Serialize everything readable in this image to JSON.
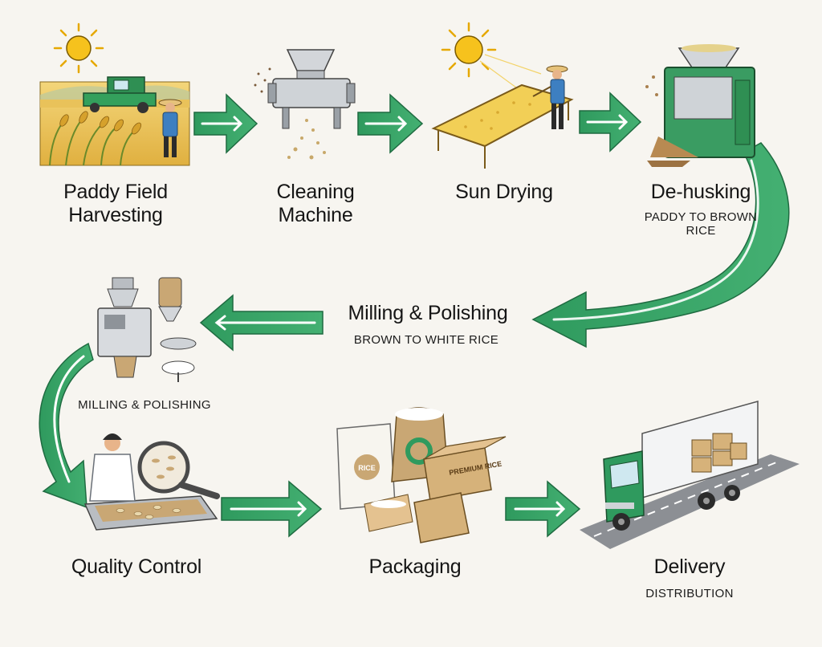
{
  "steps": [
    {
      "id": "harvest",
      "title_line1": "Paddy Field",
      "title_line2": "Harvesting",
      "icon": "harvester-field-icon"
    },
    {
      "id": "cleaning",
      "title_line1": "Cleaning",
      "title_line2": "Machine",
      "icon": "cleaning-machine-icon"
    },
    {
      "id": "drying",
      "title": "Sun Drying",
      "icon": "drying-table-icon"
    },
    {
      "id": "dehusking",
      "title": "De-husking",
      "subtitle": "PADDY TO BROWN RICE",
      "icon": "dehusker-icon"
    },
    {
      "id": "milling",
      "title": "Milling & Polishing",
      "subtitle": "BROWN TO WHITE RICE",
      "caption": "MILLING & POLISHING",
      "icon": "mill-icon"
    },
    {
      "id": "quality",
      "title": "Quality Control",
      "icon": "inspector-icon"
    },
    {
      "id": "packaging",
      "title": "Packaging",
      "icon": "packages-icon"
    },
    {
      "id": "delivery",
      "title": "Delivery",
      "subtitle": "DISTRIBUTION",
      "icon": "truck-icon"
    }
  ],
  "package_labels": {
    "bag": "RICE",
    "box": "PREMIUM RICE"
  },
  "colors": {
    "accent": "#2f9a5e",
    "accent_light": "#4bb57a",
    "background": "#f7f5f0",
    "grain": "#f2cf56",
    "metal": "#b9bdc2"
  }
}
